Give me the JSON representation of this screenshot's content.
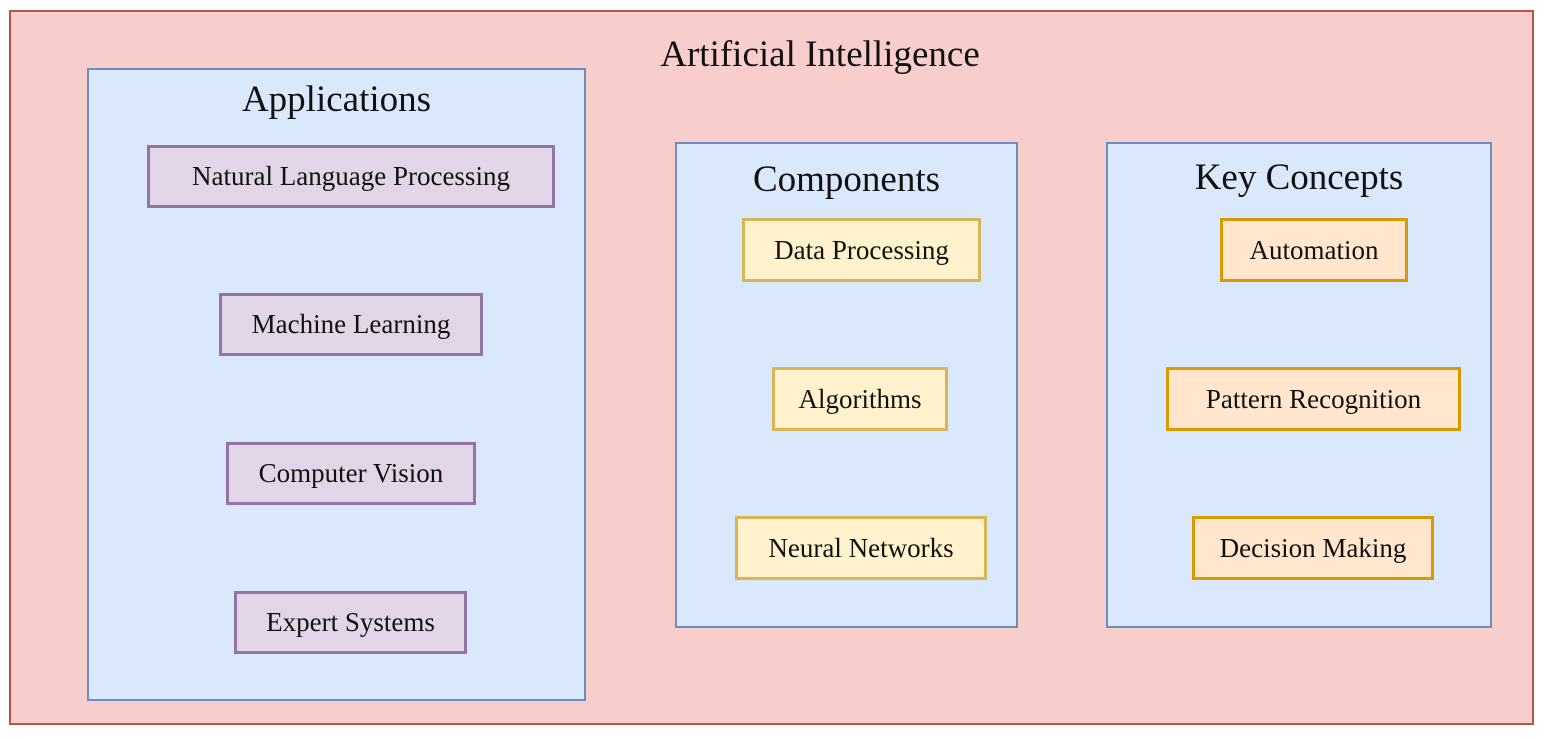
{
  "diagram": {
    "title": "Artificial Intelligence",
    "groups": {
      "applications": {
        "title": "Applications",
        "items": [
          "Natural Language Processing",
          "Machine Learning",
          "Computer Vision",
          "Expert Systems"
        ]
      },
      "components": {
        "title": "Components",
        "items": [
          "Data Processing",
          "Algorithms",
          "Neural Networks"
        ]
      },
      "key_concepts": {
        "title": "Key Concepts",
        "items": [
          "Automation",
          "Pattern Recognition",
          "Decision Making"
        ]
      }
    },
    "colors": {
      "outer_fill": "#f8cecc",
      "outer_border": "#b85450",
      "group_fill": "#dae8fc",
      "group_border": "#6c8ebf",
      "applications_item_fill": "#e1d5e7",
      "applications_item_border": "#9673a6",
      "components_item_fill": "#fff2cc",
      "components_item_border": "#d6b656",
      "key_concepts_item_fill": "#ffe6cc",
      "key_concepts_item_border": "#d79b00"
    }
  }
}
